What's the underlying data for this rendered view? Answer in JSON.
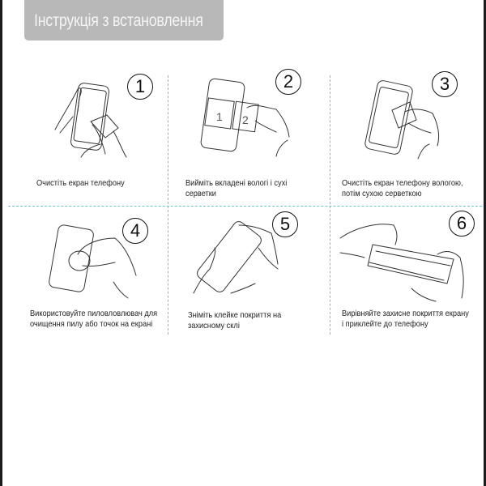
{
  "header": {
    "title": "Інструкція з встановлення",
    "background_color": "#b8b8b8"
  },
  "divider_color": "#6cc3cc",
  "steps": [
    {
      "number": "1",
      "caption_lines": [
        "Очистіть екран телефону"
      ],
      "illustration": "hand-wiping-phone-with-cloth"
    },
    {
      "number": "2",
      "caption_lines": [
        "Вийміть вкладені вологі і сухі",
        "серветки"
      ],
      "illustration": "hand-taking-wipes-packets-1-2"
    },
    {
      "number": "3",
      "caption_lines": [
        "Очистіть екран телефону вологою,",
        "потім сухою серветкою"
      ],
      "illustration": "hand-wiping-screen-with-wipe"
    },
    {
      "number": "4",
      "caption_lines": [
        "Використовуйте пиловловлювач для",
        "очищення пилу або точок на екрані"
      ],
      "illustration": "hand-using-dust-absorber-sticker"
    },
    {
      "number": "5",
      "caption_lines": [
        "Зніміть клейке покриття на",
        "захисному склі"
      ],
      "illustration": "hands-peeling-protective-film"
    },
    {
      "number": "6",
      "caption_lines": [
        "Вирівняйте захисне покриття екрану",
        "і приклейте до телефону"
      ],
      "illustration": "hands-aligning-glass-on-phone"
    }
  ]
}
